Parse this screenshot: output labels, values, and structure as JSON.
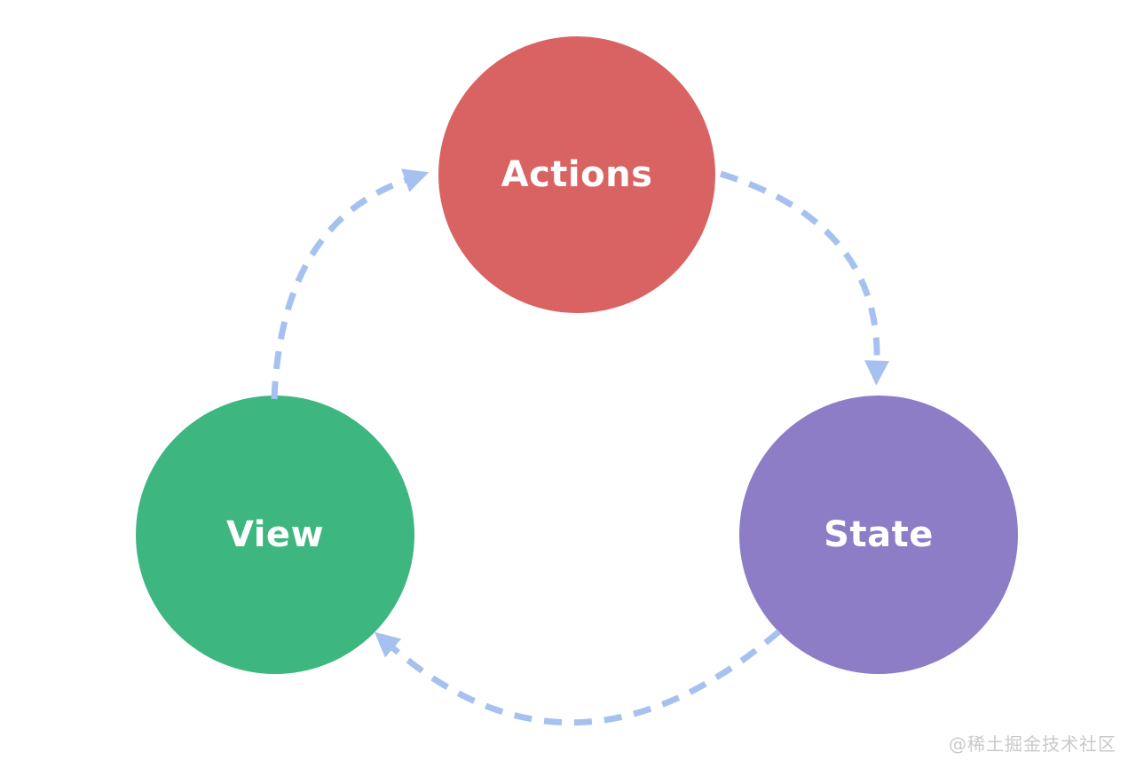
{
  "diagram": {
    "nodes": [
      {
        "id": "actions",
        "label": "Actions",
        "color": "#d96363"
      },
      {
        "id": "view",
        "label": "View",
        "color": "#3eb67f"
      },
      {
        "id": "state",
        "label": "State",
        "color": "#8d7cc6"
      }
    ],
    "edges": [
      {
        "from": "View",
        "to": "Actions",
        "style": "dashed-arc"
      },
      {
        "from": "Actions",
        "to": "State",
        "style": "dashed-arc"
      },
      {
        "from": "State",
        "to": "View",
        "style": "dashed-arc"
      }
    ],
    "arrow_color": "#a6c1f0",
    "label_color": "#ffffff"
  },
  "watermark": {
    "text": "@稀土掘金技术社区",
    "color": "#c9c9c9"
  }
}
